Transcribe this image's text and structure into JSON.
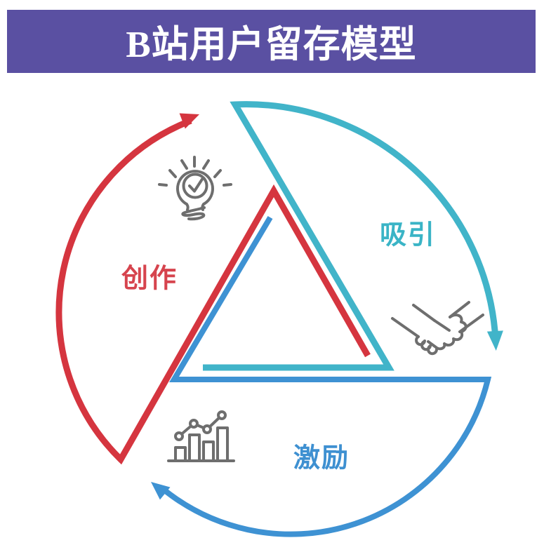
{
  "banner": {
    "title": "B站用户留存模型"
  },
  "diagram": {
    "type": "cycle",
    "direction": "clockwise",
    "segments": [
      {
        "id": "create",
        "label": "创作",
        "color": "#D5353F",
        "icon": "lightbulb-check-icon",
        "position": "left"
      },
      {
        "id": "attract",
        "label": "吸引",
        "color": "#41B4C9",
        "icon": "handshake-icon",
        "position": "top-right"
      },
      {
        "id": "incentivize",
        "label": "激励",
        "color": "#3E92D3",
        "icon": "bar-chart-icon",
        "position": "bottom"
      }
    ],
    "center_shape": "triangle"
  },
  "colors": {
    "banner-purple": "#5A50A2",
    "red": "#D5353F",
    "teal": "#41B4C9",
    "blue": "#3E92D3",
    "icon-gray": "#6E6E6E",
    "title-text": "#FFFFFF",
    "background": "#FFFFFF",
    "label-red": "#D6444E",
    "label-teal": "#3AB4C6",
    "label-blue": "#3E90D1"
  }
}
